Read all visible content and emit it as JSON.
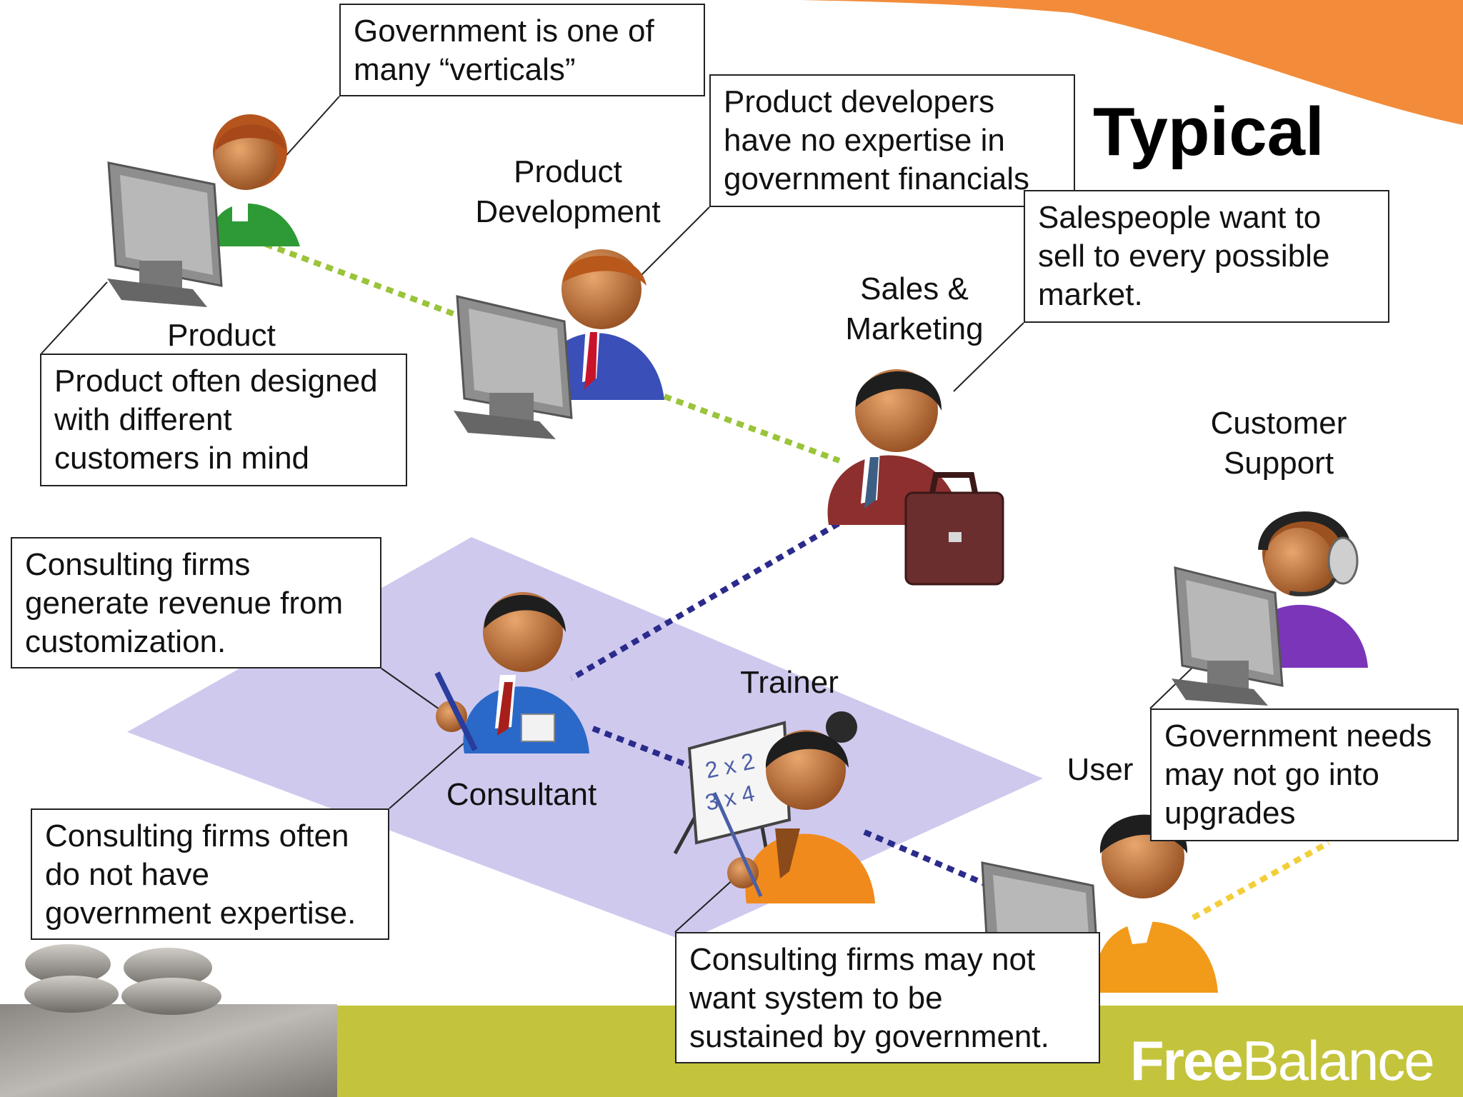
{
  "title": "Typical",
  "brand": {
    "part1": "Free",
    "part2": "Balance"
  },
  "colors": {
    "orange_band": "#f28c3a",
    "green_band": "#c3c43b",
    "floor": "#cfc9ee",
    "link_green": "#9ac43a",
    "link_blue": "#2b2b8c",
    "link_yellow": "#f2cf3a"
  },
  "roles": {
    "product": "Product",
    "product_development": "Product\nDevelopment",
    "sales_marketing": "Sales &\nMarketing",
    "customer_support": "Customer\nSupport",
    "trainer": "Trainer",
    "consultant": "Consultant",
    "user": "User"
  },
  "callouts": {
    "verticals": "Government is one of\nmany “verticals”",
    "developers": "Product developers\nhave no expertise in\ngovernment financials",
    "salespeople": "Salespeople want to\nsell to every possible\nmarket.",
    "product_designed": "Product often designed\nwith different\ncustomers in mind",
    "consulting_revenue": "Consulting firms\ngenerate revenue from\ncustomization.",
    "consulting_expertise": "Consulting firms often\ndo not have\ngovernment expertise.",
    "consulting_sustain": "Consulting firms may not\nwant system to be\nsustained by government.",
    "government_needs": "Government needs\nmay not go into\nupgrades"
  },
  "icons": {
    "whiteboard": "whiteboard-icon",
    "briefcase": "briefcase-icon",
    "headset": "headset-icon",
    "computer": "computer-icon",
    "pen": "pen-icon",
    "stones": "stacked-stones-icon"
  },
  "whiteboard_text": {
    "line1": "2 x 2",
    "line2": "3 x 4"
  }
}
